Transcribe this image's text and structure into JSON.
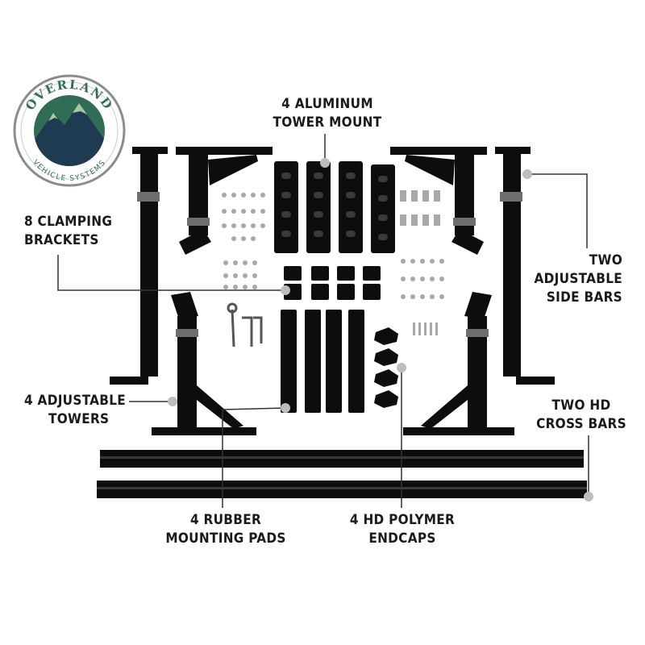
{
  "logo": {
    "brand_top": "OVERLAND",
    "brand_bottom": "VEHICLE SYSTEMS",
    "colors": {
      "ring": "#ffffff",
      "border": "#8a8f86",
      "sky": "#2f6e55",
      "mountain_dark": "#1f3b52",
      "mountain_light": "#a9c7a0",
      "text": "#2f6e55"
    }
  },
  "callouts": {
    "tower_mount": {
      "line1": "4 ALUMINUM",
      "line2": "TOWER MOUNT"
    },
    "clamping_brackets": {
      "line1": "8 CLAMPING",
      "line2": "BRACKETS"
    },
    "side_bars": {
      "line1": "TWO",
      "line2": "ADJUSTABLE",
      "line3": "SIDE BARS"
    },
    "adjustable_towers": {
      "line1": "4 ADJUSTABLE",
      "line2": "TOWERS"
    },
    "cross_bars": {
      "line1": "TWO HD",
      "line2": "CROSS BARS"
    },
    "mounting_pads": {
      "line1": "4 RUBBER",
      "line2": "MOUNTING PADS"
    },
    "endcaps": {
      "line1": "4 HD POLYMER",
      "line2": "ENDCAPS"
    }
  },
  "colors": {
    "part": "#0d0d0d",
    "band": "#6e6e6e",
    "marker": "#bdbdbd",
    "leader": "#333333",
    "hardware": "#a8a8a8"
  }
}
